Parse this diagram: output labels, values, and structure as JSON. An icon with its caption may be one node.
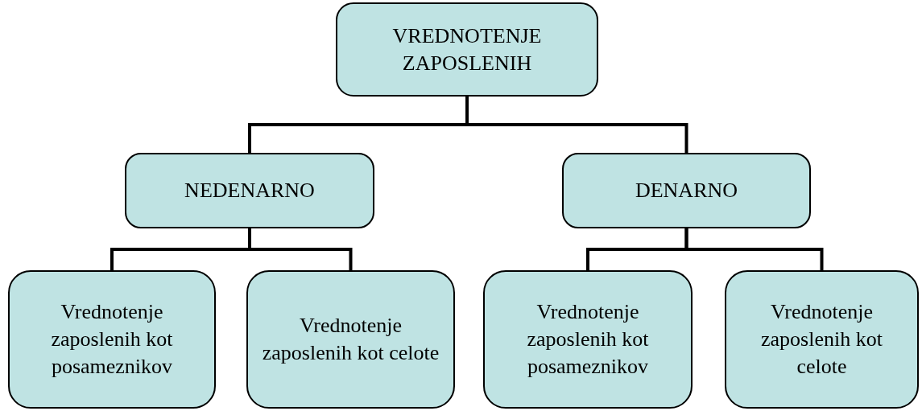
{
  "diagram": {
    "nodes": [
      {
        "text": [
          "VREDNOTENJE ZAPOSLENIH"
        ]
      },
      {
        "text": [
          "NEDENARNO"
        ]
      },
      {
        "text": [
          "DENARNO"
        ]
      },
      {
        "text": [
          "Vrednotenje zaposlenih kot posameznikov"
        ]
      },
      {
        "text": [
          "Vrednotenje zaposlenih kot celote"
        ]
      },
      {
        "text": [
          "Vrednotenje zaposlenih kot posameznikov"
        ]
      },
      {
        "text": [
          "Vrednotenje zaposlenih kot celote"
        ]
      }
    ],
    "edges": [
      {
        "from": 0,
        "to": 1,
        "arrow": "none"
      },
      {
        "from": 0,
        "to": 2,
        "arrow": "none"
      },
      {
        "from": 1,
        "to": 3,
        "arrow": "none"
      },
      {
        "from": 1,
        "to": 4,
        "arrow": "none"
      },
      {
        "from": 2,
        "to": 5,
        "arrow": "none"
      },
      {
        "from": 2,
        "to": 6,
        "arrow": "none"
      }
    ]
  }
}
